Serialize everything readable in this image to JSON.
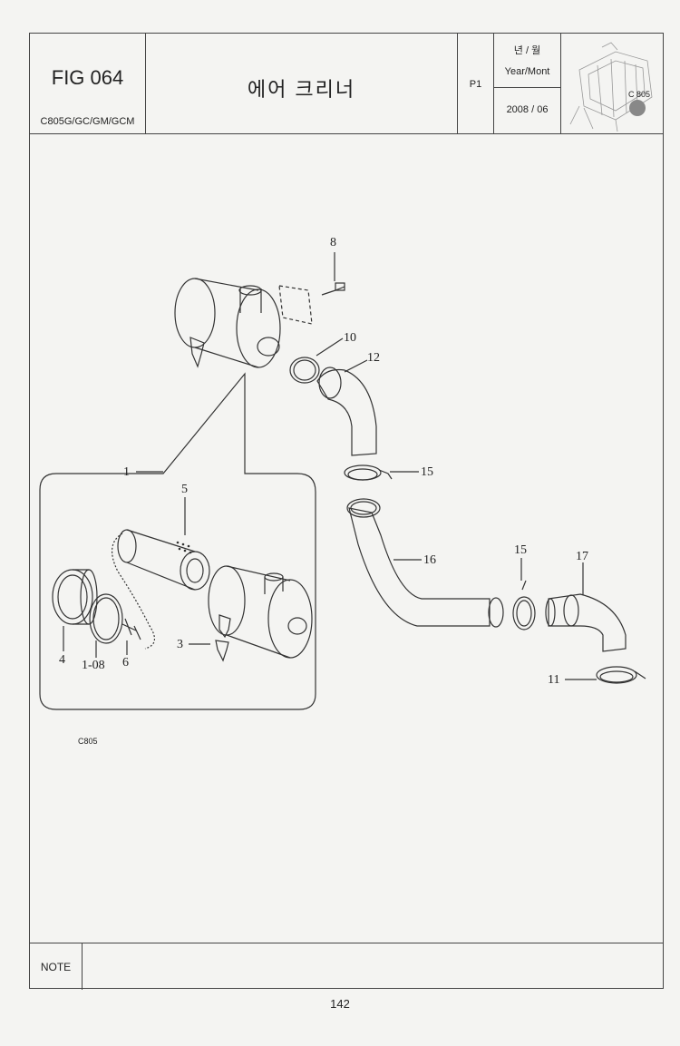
{
  "header": {
    "fig_number": "FIG 064",
    "model": "C805G/GC/GM/GCM",
    "title": "에어 크리너",
    "page_ref": "P1",
    "year_month_kr": "년 / 월",
    "year_month_en": "Year/Mont",
    "date": "2008 / 06",
    "thumbnail_badge": "C 805"
  },
  "callouts": {
    "c1": "1",
    "c3": "3",
    "c4": "4",
    "c5": "5",
    "c6": "6",
    "c8": "8",
    "c10": "10",
    "c11": "11",
    "c12": "12",
    "c15a": "15",
    "c15b": "15",
    "c16": "16",
    "c17": "17",
    "c108": "1-08"
  },
  "diagram_code": "C805",
  "note_label": "NOTE",
  "page_number": "142"
}
